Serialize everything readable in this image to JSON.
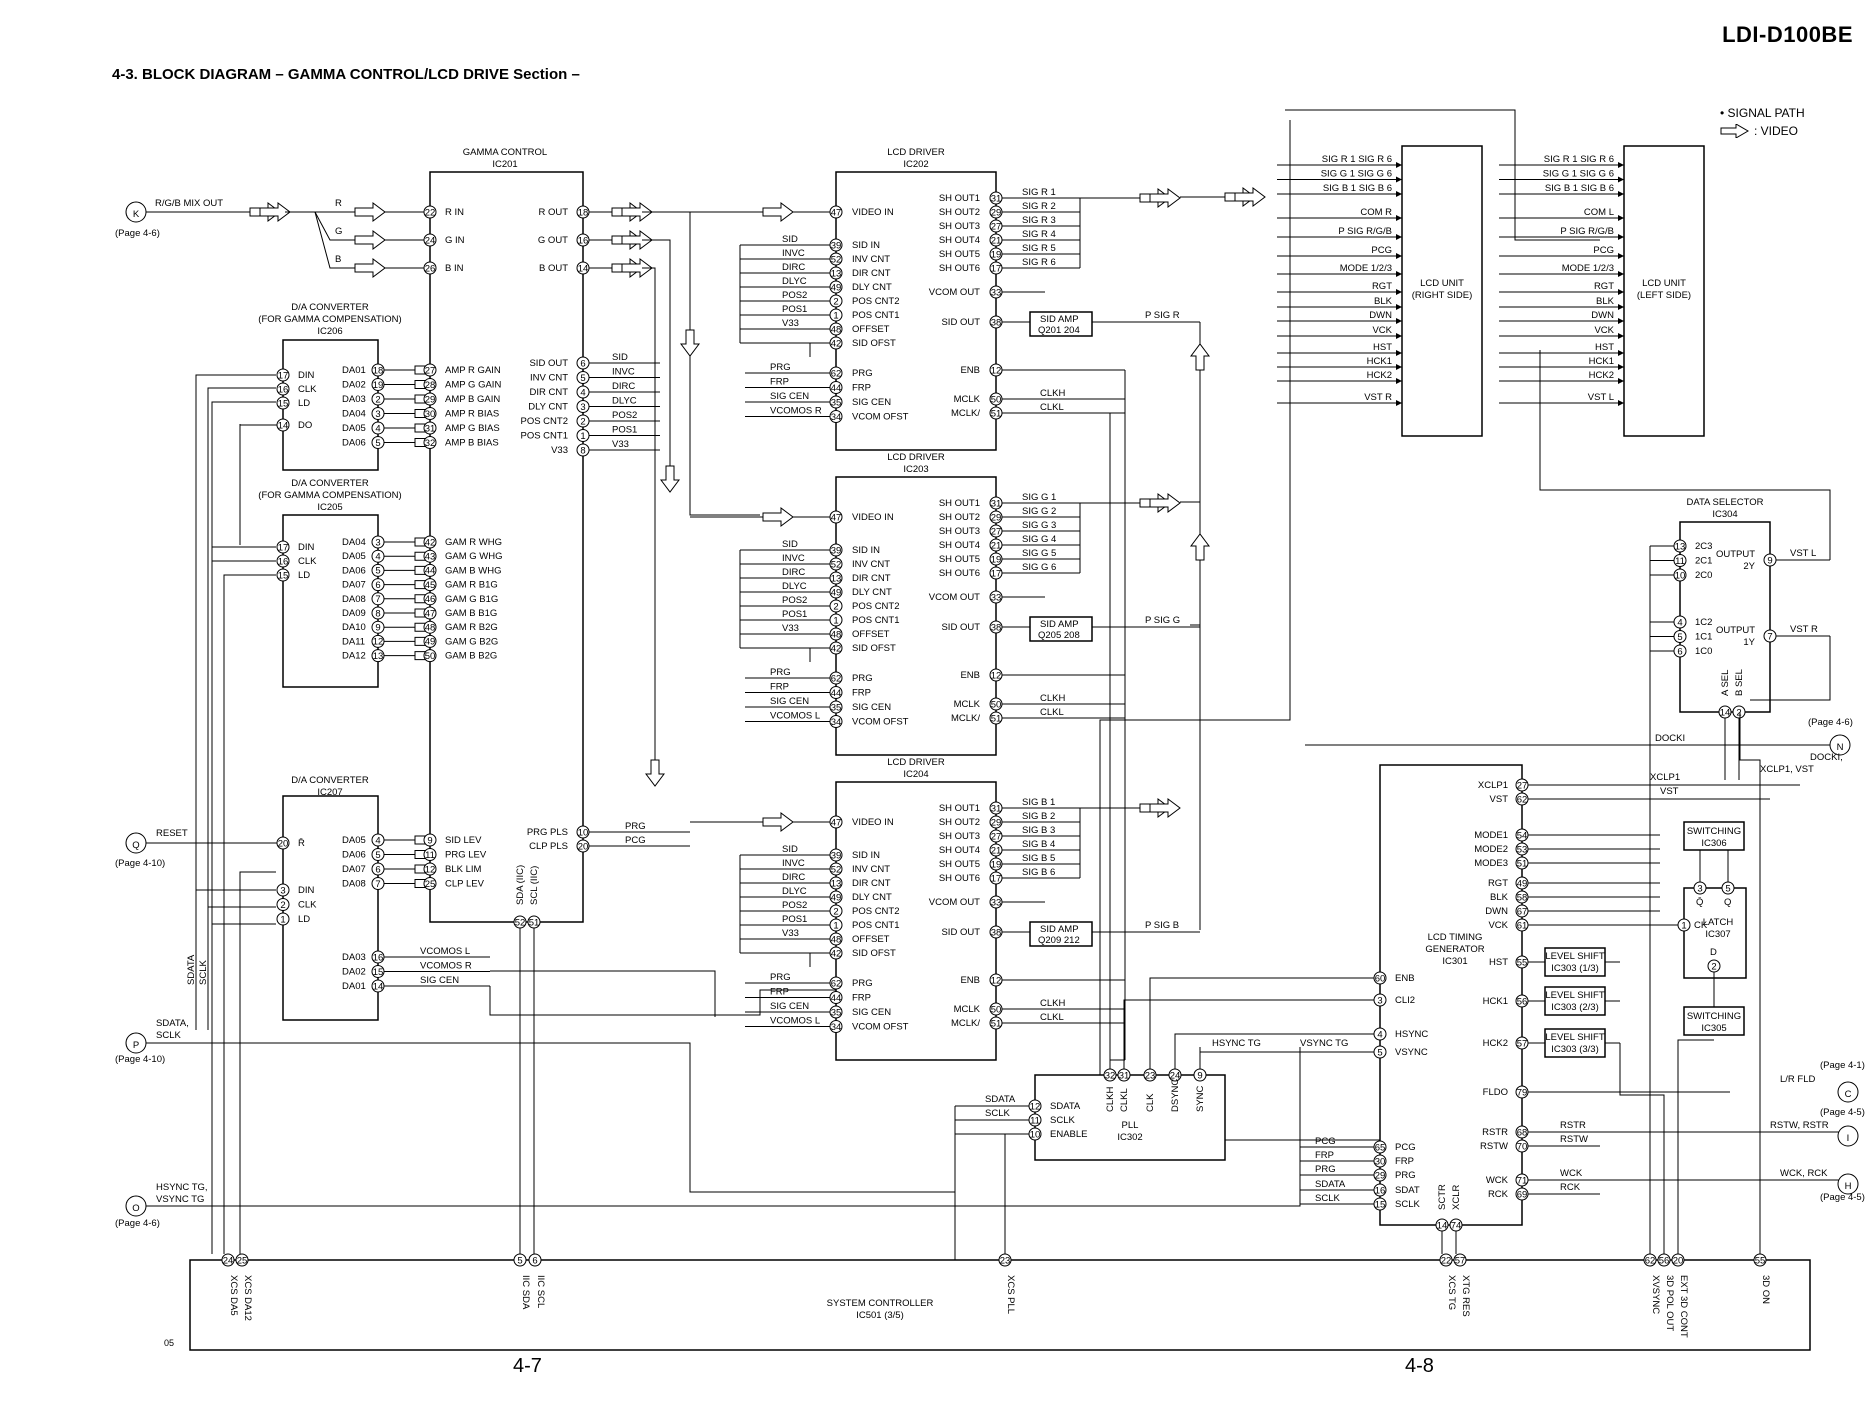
{
  "header": {
    "model": "LDI-D100BE",
    "title": "4-3.   BLOCK  DIAGRAM  – GAMMA CONTROL/LCD DRIVE Section –",
    "page_left": "4-7",
    "page_right": "4-8",
    "sheet": "05"
  },
  "legend": {
    "title": "• SIGNAL PATH",
    "video": ": VIDEO"
  },
  "connectors": {
    "K": {
      "letter": "K",
      "label": "R/G/B MIX OUT",
      "page": "(Page 4-6)"
    },
    "Q": {
      "letter": "Q",
      "label": "RESET",
      "page": "(Page 4-10)"
    },
    "P": {
      "letter": "P",
      "label1": "SDATA,",
      "label2": "SCLK",
      "page": "(Page 4-10)"
    },
    "O": {
      "letter": "O",
      "label1": "HSYNC TG,",
      "label2": "VSYNC TG",
      "page": "(Page 4-6)"
    },
    "N": {
      "letter": "N",
      "label1": "DOCKI,",
      "label2": "XCLP1, VST",
      "page": "(Page 4-6)"
    },
    "C": {
      "letter": "C",
      "label": "L/R FLD",
      "page": "(Page 4-1)"
    },
    "I": {
      "letter": "I",
      "label": "RSTW, RSTR",
      "page": "(Page 4-5)"
    },
    "H": {
      "letter": "H",
      "label": "WCK, RCK",
      "page": "(Page 4-5)"
    }
  },
  "ic201": {
    "title": "GAMMA CONTROL",
    "ref": "IC201",
    "in_pins": [
      [
        "22",
        "R IN"
      ],
      [
        "24",
        "G IN"
      ],
      [
        "26",
        "B IN"
      ]
    ],
    "amp_pins": [
      [
        "27",
        "AMP R GAIN"
      ],
      [
        "28",
        "AMP G GAIN"
      ],
      [
        "29",
        "AMP B GAIN"
      ],
      [
        "30",
        "AMP R BIAS"
      ],
      [
        "31",
        "AMP G BIAS"
      ],
      [
        "32",
        "AMP B BIAS"
      ]
    ],
    "whg_pins": [
      [
        "42",
        "GAM R WHG"
      ],
      [
        "43",
        "GAM G WHG"
      ],
      [
        "44",
        "GAM B WHG"
      ],
      [
        "45",
        "GAM R B1G"
      ],
      [
        "46",
        "GAM G B1G"
      ],
      [
        "47",
        "GAM B B1G"
      ],
      [
        "48",
        "GAM R B2G"
      ],
      [
        "49",
        "GAM G B2G"
      ],
      [
        "50",
        "GAM B B2G"
      ]
    ],
    "lev_pins": [
      [
        "9",
        "SID LEV"
      ],
      [
        "11",
        "PRG LEV"
      ],
      [
        "12",
        "BLK LIM"
      ],
      [
        "25",
        "CLP LEV"
      ]
    ],
    "out_pins": [
      [
        "18",
        "R OUT"
      ],
      [
        "16",
        "G OUT"
      ],
      [
        "14",
        "B OUT"
      ]
    ],
    "ctl_pins": [
      [
        "6",
        "SID OUT"
      ],
      [
        "5",
        "INV CNT"
      ],
      [
        "4",
        "DIR CNT"
      ],
      [
        "3",
        "DLY CNT"
      ],
      [
        "2",
        "POS CNT2"
      ],
      [
        "1",
        "POS CNT1"
      ],
      [
        "8",
        "V33"
      ]
    ],
    "prg_pins": [
      [
        "10",
        "PRG PLS"
      ],
      [
        "20",
        "CLP PLS"
      ]
    ],
    "bus_pins": [
      [
        "52",
        "SDA (IIC)"
      ],
      [
        "51",
        "SCL (IIC)"
      ]
    ]
  },
  "ic206": {
    "title": "D/A CONVERTER",
    "sub": "(FOR GAMMA COMPENSATION)",
    "ref": "IC206",
    "left": [
      [
        "17",
        "DIN"
      ],
      [
        "16",
        "CLK"
      ],
      [
        "15",
        "LD"
      ],
      [
        "14",
        "DO"
      ]
    ],
    "right": [
      [
        "18",
        "DA01"
      ],
      [
        "19",
        "DA02"
      ],
      [
        "2",
        "DA03"
      ],
      [
        "3",
        "DA04"
      ],
      [
        "4",
        "DA05"
      ],
      [
        "5",
        "DA06"
      ]
    ]
  },
  "ic205": {
    "title": "D/A CONVERTER",
    "sub": "(FOR GAMMA COMPENSATION)",
    "ref": "IC205",
    "left": [
      [
        "17",
        "DIN"
      ],
      [
        "16",
        "CLK"
      ],
      [
        "15",
        "LD"
      ]
    ],
    "right": [
      [
        "3",
        "DA04"
      ],
      [
        "4",
        "DA05"
      ],
      [
        "5",
        "DA06"
      ],
      [
        "6",
        "DA07"
      ],
      [
        "7",
        "DA08"
      ],
      [
        "8",
        "DA09"
      ],
      [
        "9",
        "DA10"
      ],
      [
        "12",
        "DA11"
      ],
      [
        "13",
        "DA12"
      ]
    ]
  },
  "ic207": {
    "title": "D/A CONVERTER",
    "ref": "IC207",
    "left": [
      [
        "20",
        "R̄"
      ],
      [
        "3",
        "DIN"
      ],
      [
        "2",
        "CLK"
      ],
      [
        "1",
        "LD"
      ]
    ],
    "right": [
      [
        "4",
        "DA05"
      ],
      [
        "5",
        "DA06"
      ],
      [
        "6",
        "DA07"
      ],
      [
        "7",
        "DA08"
      ]
    ],
    "right2": [
      [
        "16",
        "DA03"
      ],
      [
        "15",
        "DA02"
      ],
      [
        "14",
        "DA01"
      ]
    ],
    "out_labels": [
      "VCOMOS L",
      "VCOMOS R",
      "SIG CEN"
    ]
  },
  "drivers": [
    {
      "title": "LCD DRIVER",
      "ref": "IC202",
      "color": "R",
      "sh": [
        [
          "31",
          "SH OUT1",
          "SIG R 1"
        ],
        [
          "29",
          "SH OUT2",
          "SIG R 2"
        ],
        [
          "27",
          "SH OUT3",
          "SIG R 3"
        ],
        [
          "21",
          "SH OUT4",
          "SIG R 4"
        ],
        [
          "19",
          "SH OUT5",
          "SIG R 5"
        ],
        [
          "17",
          "SH OUT6",
          "SIG R 6"
        ]
      ],
      "amp": [
        "SID AMP",
        "Q201   204"
      ],
      "psig": "P SIG R",
      "vcomos": "VCOMOS R"
    },
    {
      "title": "LCD DRIVER",
      "ref": "IC203",
      "color": "G",
      "sh": [
        [
          "31",
          "SH OUT1",
          "SIG G 1"
        ],
        [
          "29",
          "SH OUT2",
          "SIG G 2"
        ],
        [
          "27",
          "SH OUT3",
          "SIG G 3"
        ],
        [
          "21",
          "SH OUT4",
          "SIG G 4"
        ],
        [
          "19",
          "SH OUT5",
          "SIG G 5"
        ],
        [
          "17",
          "SH OUT6",
          "SIG G 6"
        ]
      ],
      "amp": [
        "SID AMP",
        "Q205   208"
      ],
      "psig": "P SIG G",
      "vcomos": "VCOMOS L"
    },
    {
      "title": "LCD DRIVER",
      "ref": "IC204",
      "color": "B",
      "sh": [
        [
          "31",
          "SH OUT1",
          "SIG B 1"
        ],
        [
          "29",
          "SH OUT2",
          "SIG B 2"
        ],
        [
          "27",
          "SH OUT3",
          "SIG B 3"
        ],
        [
          "21",
          "SH OUT4",
          "SIG B 4"
        ],
        [
          "19",
          "SH OUT5",
          "SIG B 5"
        ],
        [
          "17",
          "SH OUT6",
          "SIG B 6"
        ]
      ],
      "amp": [
        "SID AMP",
        "Q209   212"
      ],
      "psig": "P SIG B",
      "vcomos": "VCOMOS L"
    }
  ],
  "driver_common": {
    "video_in": [
      "47",
      "VIDEO IN"
    ],
    "ctl": [
      [
        "39",
        "SID IN",
        "SID"
      ],
      [
        "52",
        "INV CNT",
        "INVC"
      ],
      [
        "13",
        "DIR CNT",
        "DIRC"
      ],
      [
        "49",
        "DLY CNT",
        "DLYC"
      ],
      [
        "2",
        "POS CNT2",
        "POS2"
      ],
      [
        "1",
        "POS CNT1",
        "POS1"
      ],
      [
        "48",
        "OFFSET",
        "V33"
      ],
      [
        "42",
        "SID OFST",
        ""
      ]
    ],
    "low": [
      [
        "62",
        "PRG",
        "PRG"
      ],
      [
        "44",
        "FRP",
        "FRP"
      ],
      [
        "35",
        "SIG CEN",
        "SIG CEN"
      ],
      [
        "34",
        "VCOM OFST",
        ""
      ]
    ],
    "right": [
      [
        "33",
        "VCOM OUT"
      ],
      [
        "38",
        "SID OUT"
      ],
      [
        "12",
        "ENB"
      ],
      [
        "50",
        "MCLK"
      ],
      [
        "51",
        "MCLK/"
      ]
    ],
    "clk": [
      "CLKH",
      "CLKL"
    ]
  },
  "ic201_ctl_labels": [
    "SID",
    "INVC",
    "DIRC",
    "DLYC",
    "POS2",
    "POS1",
    "V33"
  ],
  "ic201_prg_labels": [
    "PRG",
    "PCG"
  ],
  "lcd_right": {
    "title": "LCD UNIT",
    "sub": "(RIGHT SIDE)",
    "in_labels": [
      "SIG R 1    SIG R 6",
      "SIG G 1    SIG G 6",
      "SIG B 1    SIG B 6",
      "COM R",
      "P SIG R/G/B",
      "PCG",
      "MODE 1/2/3",
      "RGT",
      "BLK",
      "DWN",
      "VCK",
      "HST",
      "HCK1",
      "HCK2",
      "VST R"
    ]
  },
  "lcd_left": {
    "title": "LCD UNIT",
    "sub": "(LEFT SIDE)",
    "in_labels": [
      "SIG R 1    SIG R 6",
      "SIG G 1    SIG G 6",
      "SIG B 1    SIG B 6",
      "COM L",
      "P SIG R/G/B",
      "PCG",
      "MODE 1/2/3",
      "RGT",
      "BLK",
      "DWN",
      "VCK",
      "HST",
      "HCK1",
      "HCK2",
      "VST L"
    ]
  },
  "ic304": {
    "title": "DATA SELECTOR",
    "ref": "IC304",
    "in": [
      [
        "13",
        "2C3"
      ],
      [
        "11",
        "2C1"
      ],
      [
        "10",
        "2C0"
      ],
      [
        "4",
        "1C2"
      ],
      [
        "5",
        "1C1"
      ],
      [
        "6",
        "1C0"
      ]
    ],
    "out": [
      [
        "9",
        "OUTPUT",
        "2Y",
        "VST L"
      ],
      [
        "7",
        "OUTPUT",
        "1Y",
        "VST R"
      ]
    ],
    "sel": [
      [
        "14",
        "A SEL"
      ],
      [
        "2",
        "B SEL"
      ]
    ]
  },
  "ic301": {
    "title": "LCD TIMING",
    "title2": "GENERATOR",
    "ref": "IC301",
    "right": [
      [
        "27",
        "XCLP1"
      ],
      [
        "62",
        "VST"
      ],
      [
        "54",
        "MODE1"
      ],
      [
        "53",
        "MODE2"
      ],
      [
        "51",
        "MODE3"
      ],
      [
        "49",
        "RGT"
      ],
      [
        "58",
        "BLK"
      ],
      [
        "67",
        "DWN"
      ],
      [
        "61",
        "VCK"
      ],
      [
        "55",
        "HST"
      ],
      [
        "56",
        "HCK1"
      ],
      [
        "57",
        "HCK2"
      ],
      [
        "79",
        "FLDO"
      ],
      [
        "68",
        "RSTR"
      ],
      [
        "70",
        "RSTW"
      ],
      [
        "71",
        "WCK"
      ],
      [
        "69",
        "RCK"
      ]
    ],
    "left": [
      [
        "60",
        "ENB"
      ],
      [
        "3",
        "CLI2"
      ],
      [
        "4",
        "HSYNC"
      ],
      [
        "5",
        "VSYNC"
      ],
      [
        "65",
        "PCG"
      ],
      [
        "30",
        "FRP"
      ],
      [
        "29",
        "PRG"
      ],
      [
        "16",
        "SDAT"
      ],
      [
        "15",
        "SCLK"
      ]
    ],
    "left_labels": [
      "PCG",
      "FRP",
      "PRG",
      "SDATA",
      "SCLK"
    ],
    "bottom": [
      [
        "14",
        "SCTR"
      ],
      [
        "74",
        "XCLR"
      ]
    ]
  },
  "ic303": [
    [
      "LEVEL SHIFT",
      "IC303 (1/3)"
    ],
    [
      "LEVEL SHIFT",
      "IC303 (2/3)"
    ],
    [
      "LEVEL SHIFT",
      "IC303 (3/3)"
    ]
  ],
  "ic306": [
    "SWITCHING",
    "IC306"
  ],
  "ic305": [
    "SWITCHING",
    "IC305"
  ],
  "ic307": {
    "pins": [
      [
        "3",
        "Q̄"
      ],
      [
        "5",
        "Q"
      ],
      [
        "1",
        "CK"
      ],
      [
        "2",
        "D"
      ]
    ],
    "label": "LATCH",
    "ref": "IC307"
  },
  "ic302": {
    "title": "PLL",
    "ref": "IC302",
    "left": [
      [
        "12",
        "SDATA"
      ],
      [
        "11",
        "SCLK"
      ],
      [
        "10",
        "ENABLE"
      ]
    ],
    "left_labels": [
      "SDATA",
      "SCLK"
    ],
    "top": [
      [
        "32",
        "CLKH"
      ],
      [
        "31",
        "CLKL"
      ],
      [
        "23",
        "CLK"
      ],
      [
        "24",
        "DSYNC"
      ],
      [
        "9",
        "SYNC"
      ]
    ],
    "sync_labels": [
      "HSYNC TG",
      "VSYNC TG"
    ]
  },
  "ic501": {
    "title": "SYSTEM CONTROLLER",
    "ref": "IC501 (3/5)",
    "pins": [
      [
        "24",
        "XCS DA5"
      ],
      [
        "25",
        "XCS DA12"
      ],
      [
        "5",
        "IIC SDA"
      ],
      [
        "6",
        "IIC SCL"
      ],
      [
        "23",
        "XCS PLL"
      ],
      [
        "22",
        "XCS TG"
      ],
      [
        "57",
        "XTG RES"
      ],
      [
        "62",
        "XVSYNC"
      ],
      [
        "56",
        "3D POL OUT"
      ],
      [
        "20",
        "EXT 3D CONT"
      ],
      [
        "55",
        "3D ON"
      ]
    ]
  },
  "misc": {
    "rgb": [
      "R",
      "G",
      "B"
    ],
    "sdata": "SDATA",
    "sclk": "SCLK",
    "docki": "DOCKI",
    "xclp1": "XCLP1",
    "vst": "VST",
    "rstr": "RSTR",
    "rstw": "RSTW",
    "wck": "WCK",
    "rck": "RCK"
  }
}
